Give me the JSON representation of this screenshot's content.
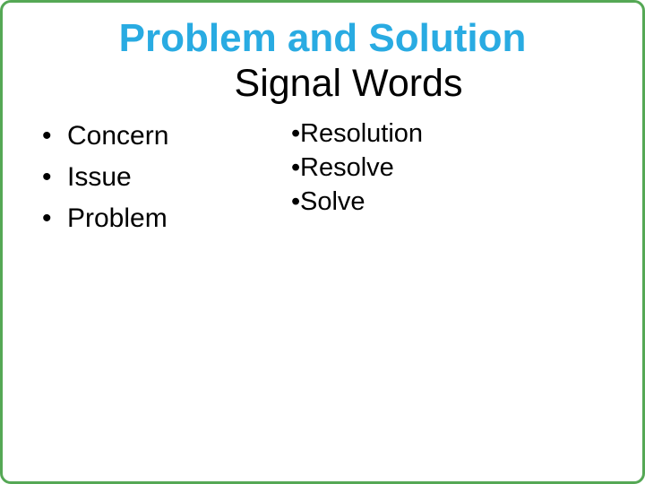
{
  "slide": {
    "title_line1": "Problem and Solution",
    "title_line2": "Signal Words",
    "colors": {
      "title_accent": "#29abe2",
      "body_text": "#000000",
      "border_green": "#55a855",
      "background": "#ffffff"
    },
    "bullet_char": "•",
    "problem_list": {
      "items": [
        "Concern",
        "Issue",
        "Problem"
      ]
    },
    "solution_list": {
      "items": [
        "Resolution",
        "Resolve",
        "Solve"
      ]
    }
  }
}
